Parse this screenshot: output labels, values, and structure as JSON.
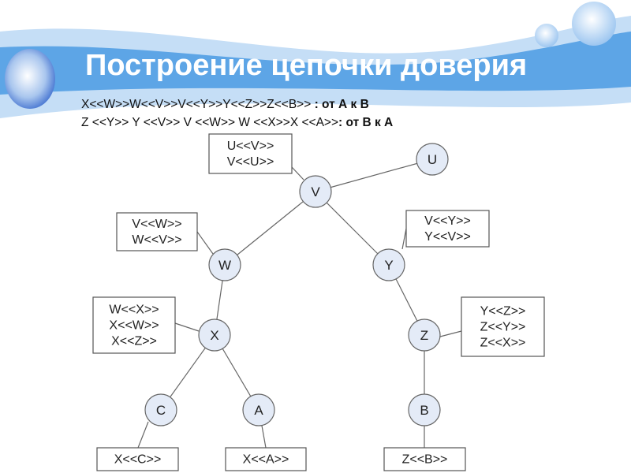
{
  "title": "Построение цепочки доверия",
  "chain1": {
    "path": "X<<W>>W<<V>>V<<Y>>Y<<Z>>Z<<B>>",
    "suffix": " : от А к В"
  },
  "chain2": {
    "path": "Z <<Y>> Y <<V>> V <<W>> W <<X>>X <<A>>",
    "suffix": ": от В к А"
  },
  "nodes": {
    "V": "V",
    "U": "U",
    "W": "W",
    "Y": "Y",
    "X": "X",
    "Z": "Z",
    "C": "C",
    "A": "A",
    "B": "B"
  },
  "certs": {
    "uv": [
      "U<<V>>",
      "V<<U>>"
    ],
    "vw": [
      "V<<W>>",
      "W<<V>>"
    ],
    "vy": [
      "V<<Y>>",
      "Y<<V>>"
    ],
    "wx": [
      "W<<X>>",
      "X<<W>>",
      "X<<Z>>"
    ],
    "yz": [
      "Y<<Z>>",
      "Z<<Y>>",
      "Z<<X>>"
    ],
    "xc": [
      "X<<C>>"
    ],
    "xa": [
      "X<<A>>"
    ],
    "zb": [
      "Z<<B>>"
    ]
  },
  "colors": {
    "banner": "#5da5e6",
    "node_fill": "#e4ebf7",
    "title": "#ffffff"
  }
}
